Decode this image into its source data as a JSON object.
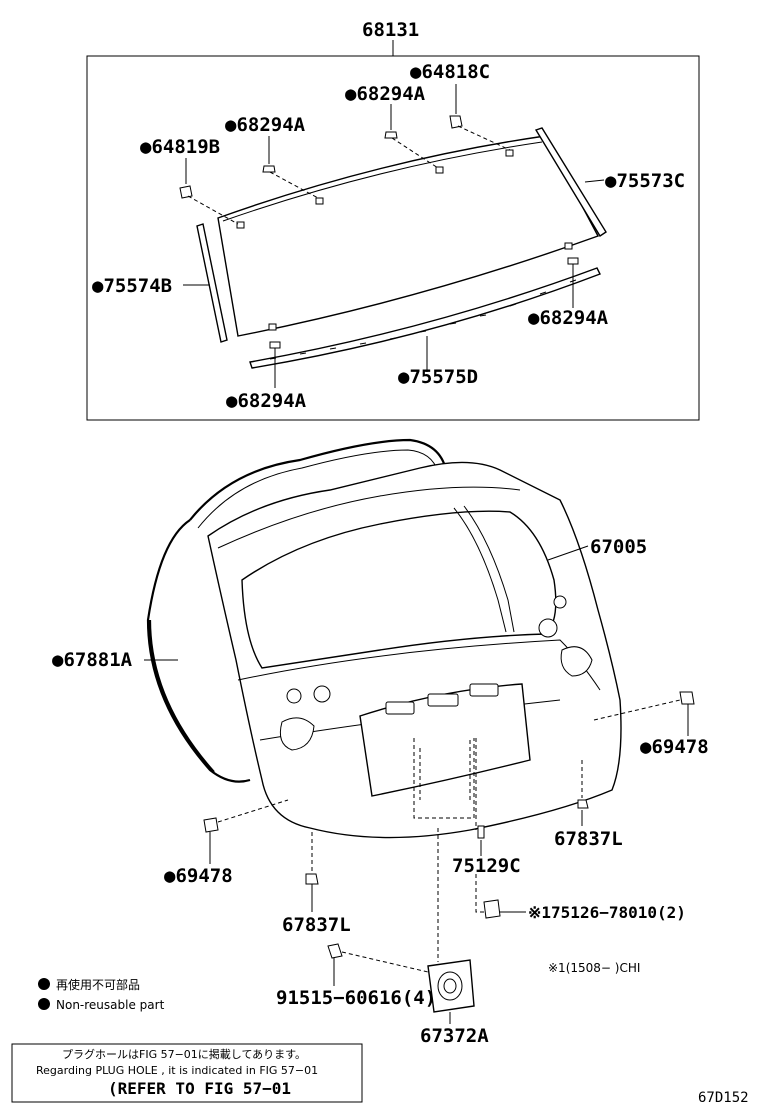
{
  "diagram": {
    "parts": {
      "p68131": "68131",
      "p64818C": "●64818C",
      "p68294A_top": "●68294A",
      "p68294A_left": "●68294A",
      "p64819B": "●64819B",
      "p75573C": "●75573C",
      "p75574B": "●75574B",
      "p68294A_right": "●68294A",
      "p75575D": "●75575D",
      "p68294A_bottom": "●68294A",
      "p67005": "67005",
      "p67881A": "●67881A",
      "p69478_right": "●69478",
      "p69478_left": "●69478",
      "p67837L_right": "67837L",
      "p67837L_left": "67837L",
      "p75129C": "75129C",
      "p75126": "※175126−78010(2)",
      "p91515": "91515−60616(4)",
      "p67372A": "67372A"
    },
    "footnote_1": "※1(1508−      )CHI",
    "legend": {
      "jp": "再使用不可部品",
      "en": "Non-reusable part"
    },
    "note_box": {
      "line1": "プラグホールはFIG 57−01に掲載してあります。",
      "line2": "Regarding  PLUG  HOLE , it is indicated in FIG  57−01",
      "line3": "(REFER TO FIG 57−01"
    },
    "figure_code": "67D152"
  }
}
